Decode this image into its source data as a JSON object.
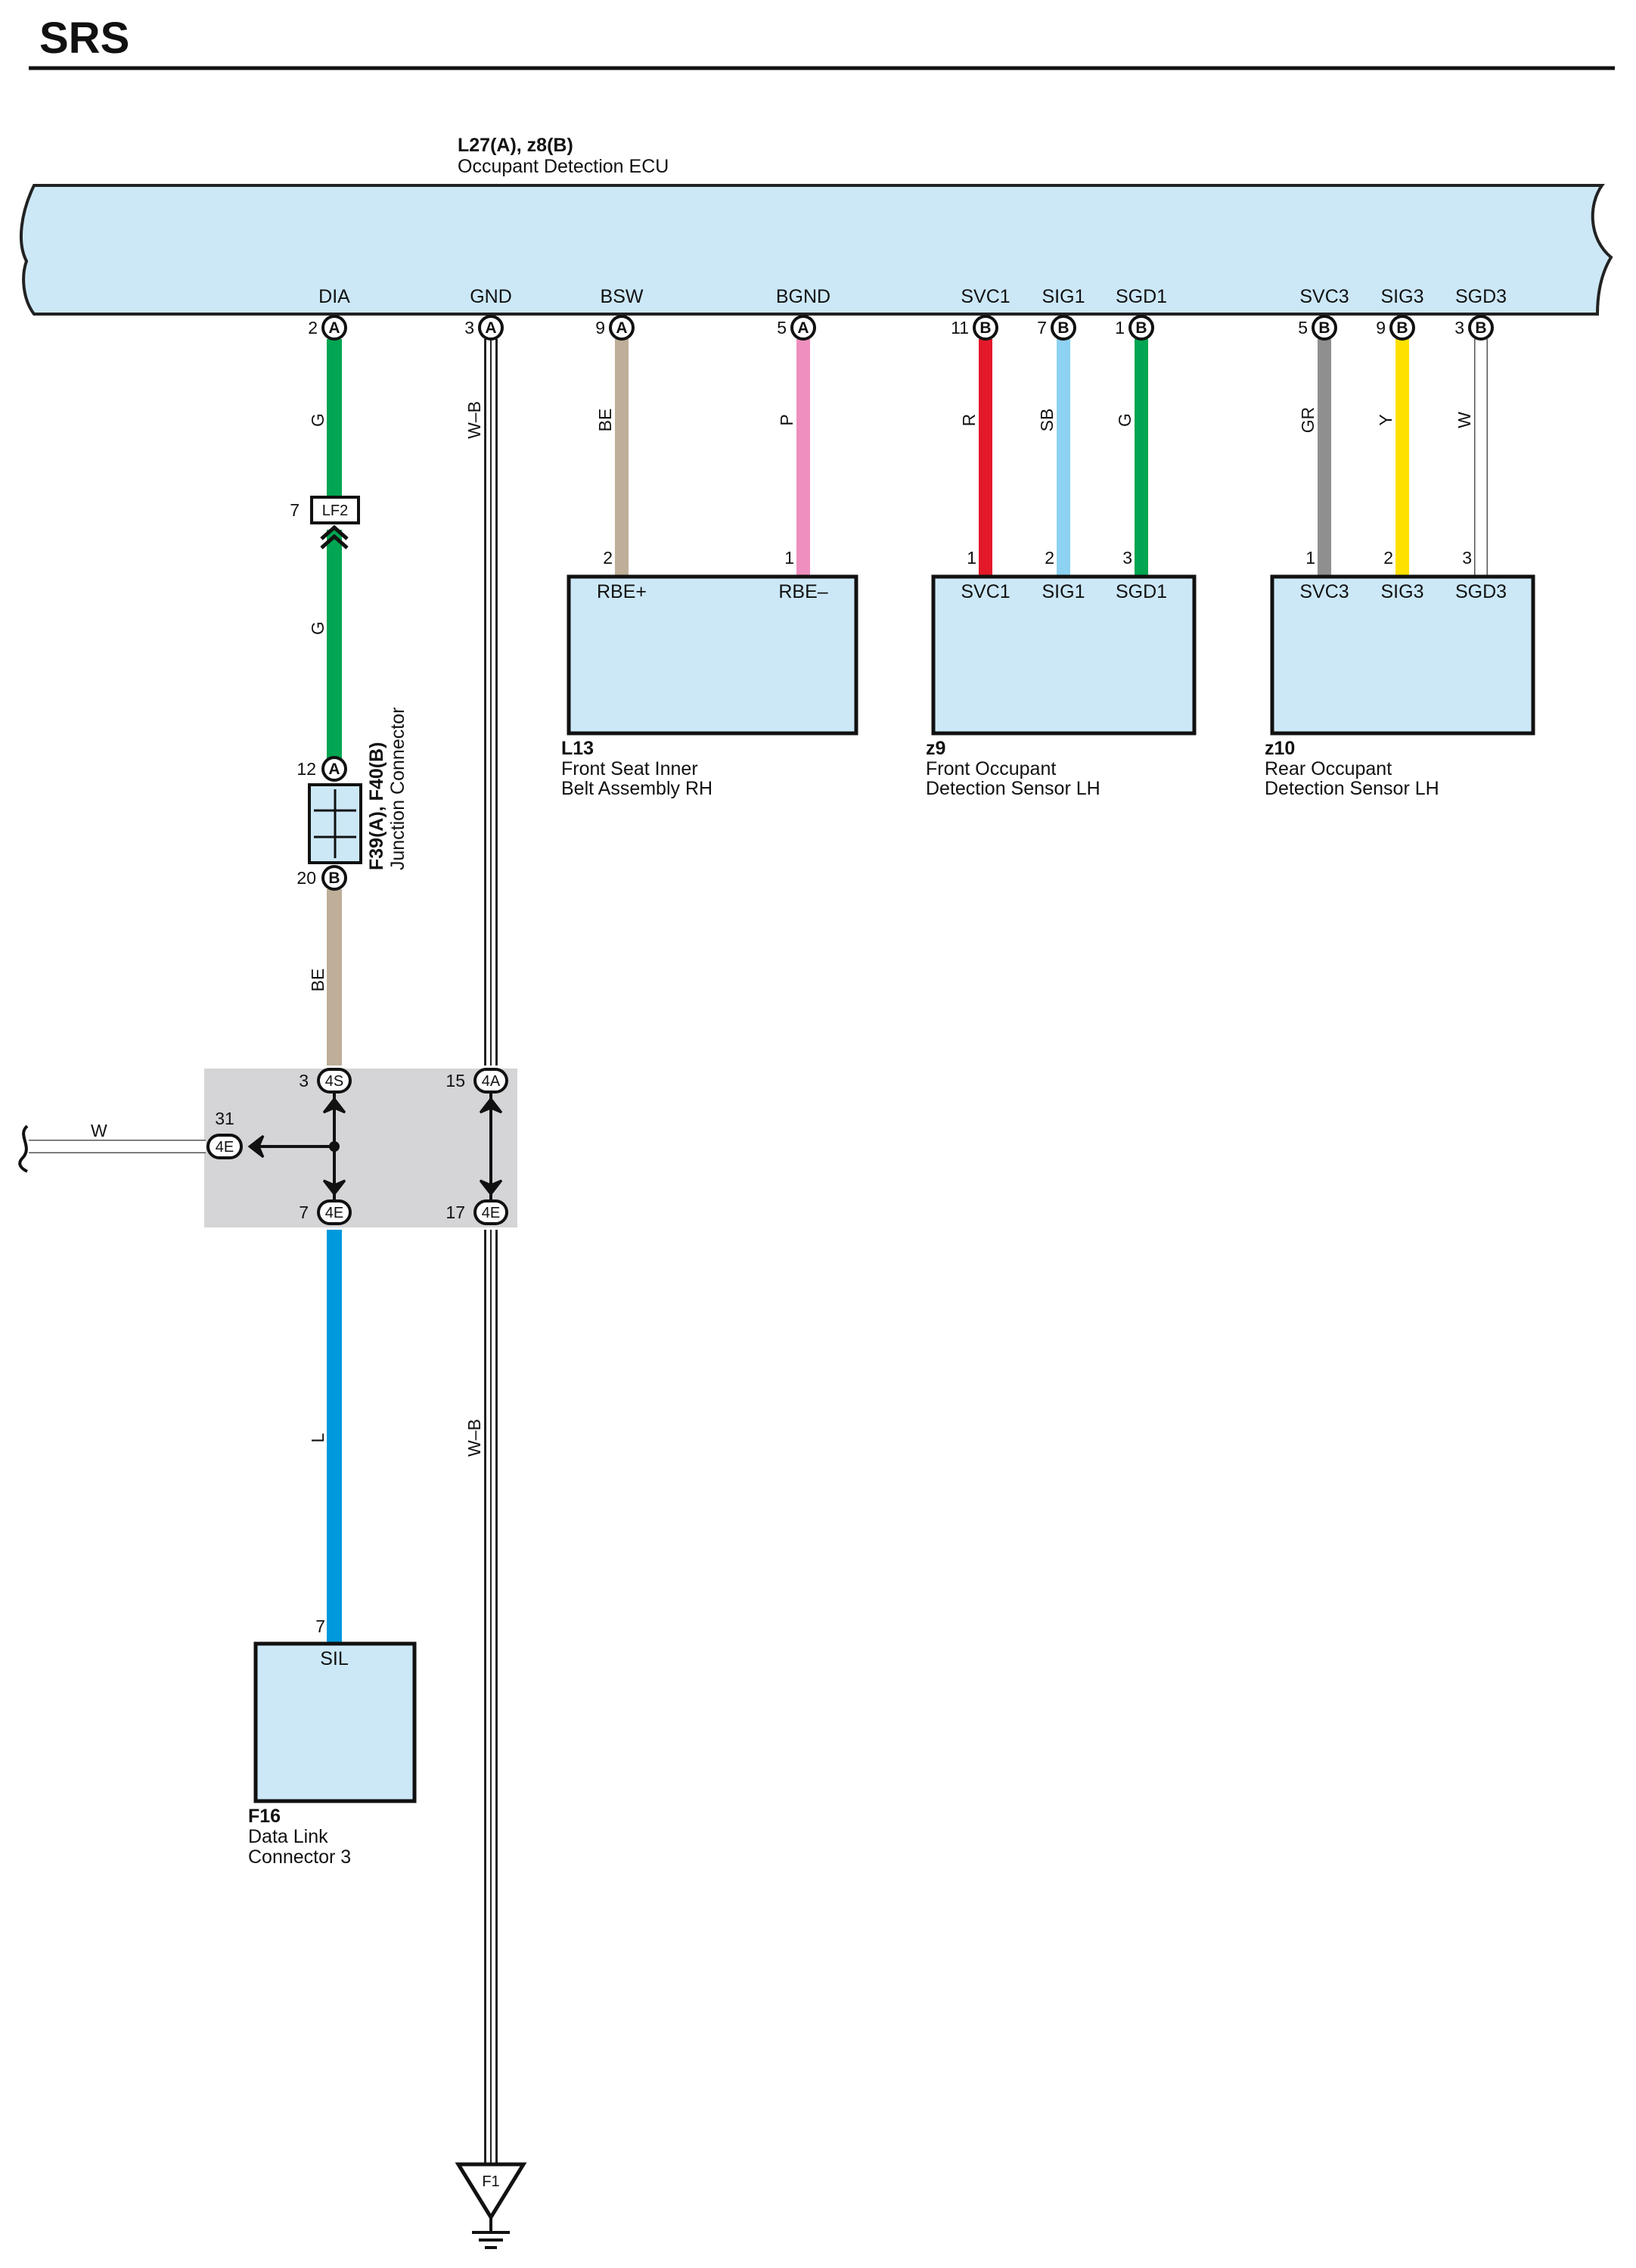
{
  "title": "SRS",
  "colors": {
    "ecu_fill": "#cce8f7",
    "splice_fill": "#d5d5d8",
    "G": "#00a651",
    "BE": "#bfae98",
    "P": "#ef8fbf",
    "R": "#e3192a",
    "SB": "#8dd2f2",
    "GR": "#8f8f8f",
    "Y": "#ffe100",
    "W": "#ffffff",
    "W-B": "#ffffff",
    "L": "#0099dd"
  },
  "ecu": {
    "code": "L27(A), z8(B)",
    "name": "Occupant Detection ECU",
    "terminals": [
      {
        "label": "DIA",
        "pin": "2",
        "conn": "A"
      },
      {
        "label": "GND",
        "pin": "3",
        "conn": "A"
      },
      {
        "label": "BSW",
        "pin": "9",
        "conn": "A"
      },
      {
        "label": "BGND",
        "pin": "5",
        "conn": "A"
      },
      {
        "label": "SVC1",
        "pin": "11",
        "conn": "B"
      },
      {
        "label": "SIG1",
        "pin": "7",
        "conn": "B"
      },
      {
        "label": "SGD1",
        "pin": "1",
        "conn": "B"
      },
      {
        "label": "SVC3",
        "pin": "5",
        "conn": "B"
      },
      {
        "label": "SIG3",
        "pin": "9",
        "conn": "B"
      },
      {
        "label": "SGD3",
        "pin": "3",
        "conn": "B"
      }
    ]
  },
  "wires": {
    "dia_upper": "G",
    "dia_middle": "G",
    "dia_lower": "BE",
    "gnd_upper": "W–B",
    "gnd_lower": "W–B",
    "bsw": "BE",
    "bgnd": "P",
    "svc1": "R",
    "sig1": "SB",
    "sgd1": "G",
    "svc3": "GR",
    "sig3": "Y",
    "sgd3": "W",
    "junction_out": "W",
    "dlc": "L"
  },
  "inline_connector": {
    "pin": "7",
    "label": "LF2"
  },
  "junction_connector": {
    "code": "F39(A), F40(B)",
    "name": "Junction Connector",
    "top_pin": "12",
    "top_conn": "A",
    "bottom_pin": "20",
    "bottom_conn": "B"
  },
  "splice": {
    "a": {
      "pin": "3",
      "label": "4S"
    },
    "b": {
      "pin": "15",
      "label": "4A"
    },
    "c": {
      "pin": "31",
      "label": "4E"
    },
    "d": {
      "pin": "7",
      "label": "4E"
    },
    "e": {
      "pin": "17",
      "label": "4E"
    }
  },
  "components": {
    "l13": {
      "code": "L13",
      "line1": "Front Seat Inner",
      "line2": "Belt Assembly RH",
      "pins": [
        {
          "pin": "2",
          "label": "RBE+"
        },
        {
          "pin": "1",
          "label": "RBE–"
        }
      ]
    },
    "z9": {
      "code": "z9",
      "line1": "Front Occupant",
      "line2": "Detection Sensor LH",
      "pins": [
        {
          "pin": "1",
          "label": "SVC1"
        },
        {
          "pin": "2",
          "label": "SIG1"
        },
        {
          "pin": "3",
          "label": "SGD1"
        }
      ]
    },
    "z10": {
      "code": "z10",
      "line1": "Rear Occupant",
      "line2": "Detection Sensor LH",
      "pins": [
        {
          "pin": "1",
          "label": "SVC3"
        },
        {
          "pin": "2",
          "label": "SIG3"
        },
        {
          "pin": "3",
          "label": "SGD3"
        }
      ]
    },
    "f16": {
      "code": "F16",
      "line1": "Data Link",
      "line2": "Connector 3",
      "pin": "7",
      "pin_label": "SIL"
    }
  },
  "ground": {
    "label": "F1"
  }
}
